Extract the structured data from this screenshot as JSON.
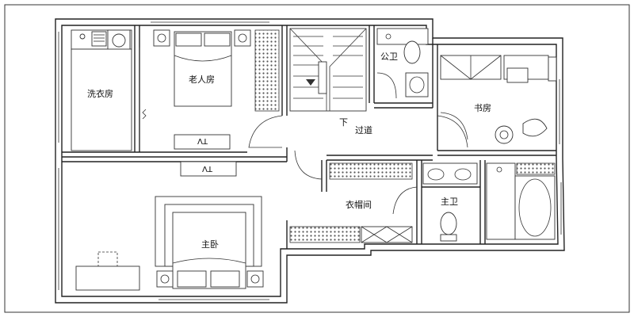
{
  "rooms": {
    "laundry": "洗衣房",
    "elder_room": "老人房",
    "public_bath": "公卫",
    "study": "书房",
    "hallway": "过道",
    "stair_down": "下",
    "master_bedroom": "主卧",
    "cloakroom": "衣帽间",
    "master_bath": "主卫"
  },
  "tv_labels": {
    "upper": "TV",
    "lower": "TV"
  }
}
